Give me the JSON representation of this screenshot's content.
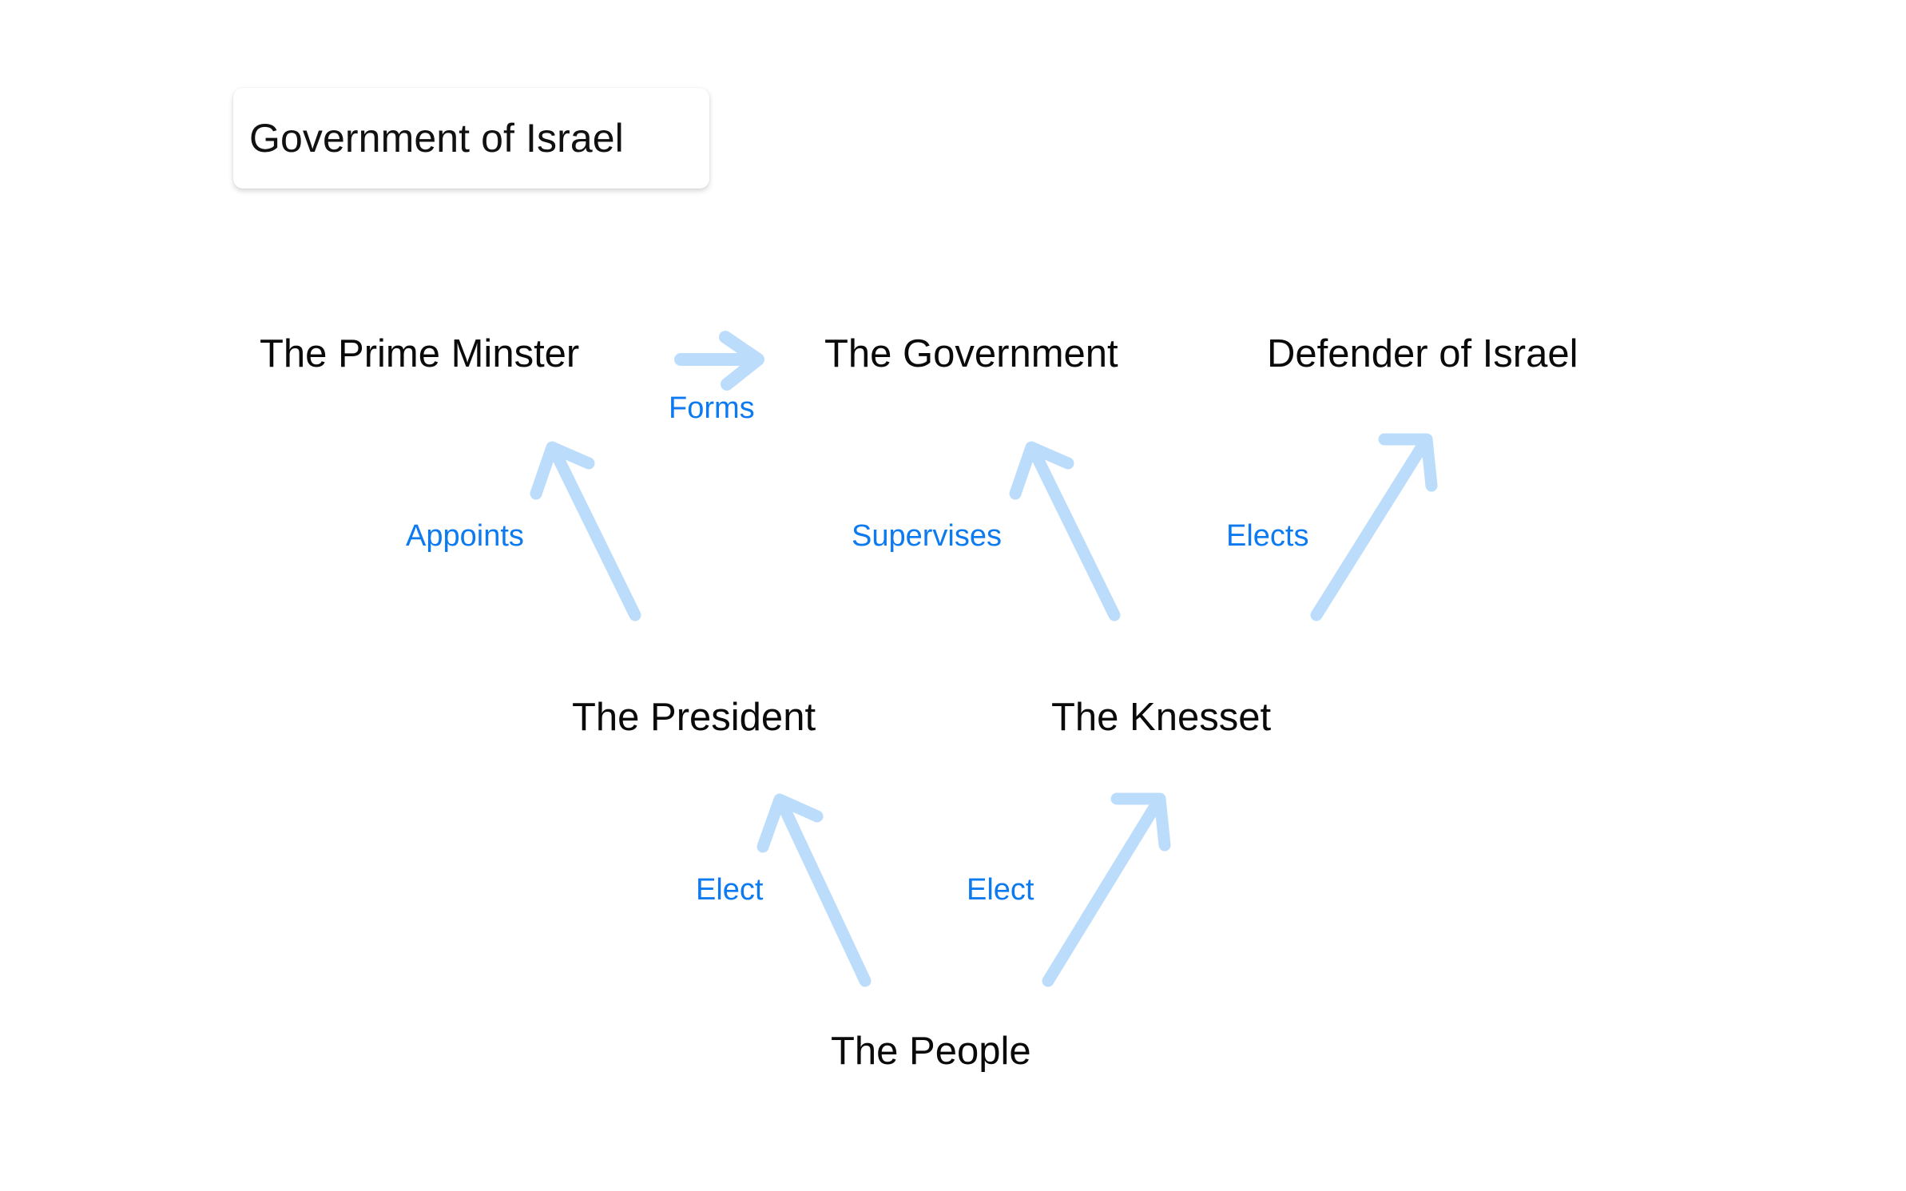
{
  "title_card": {
    "label": "Government of Israel"
  },
  "diagram": {
    "type": "flow-diagram",
    "background_color": "#ffffff",
    "node_text_color": "#0a0a0a",
    "edge_label_color": "#0d7af0",
    "arrow_color": "#bcdcfb",
    "nodes": [
      {
        "id": "prime-minister",
        "label": "The Prime Minster"
      },
      {
        "id": "government",
        "label": "The Government"
      },
      {
        "id": "defender-of-israel",
        "label": "Defender of Israel"
      },
      {
        "id": "president",
        "label": "The President"
      },
      {
        "id": "knesset",
        "label": "The Knesset"
      },
      {
        "id": "people",
        "label": "The People"
      }
    ],
    "edges": [
      {
        "id": "forms",
        "label": "Forms",
        "from": "prime-minister",
        "to": "government",
        "direction": "right"
      },
      {
        "id": "appoints",
        "label": "Appoints",
        "from": "president",
        "to": "prime-minister",
        "direction": "up-left"
      },
      {
        "id": "supervises",
        "label": "Supervises",
        "from": "knesset",
        "to": "government",
        "direction": "up-left"
      },
      {
        "id": "elects",
        "label": "Elects",
        "from": "knesset",
        "to": "defender-of-israel",
        "direction": "up-right"
      },
      {
        "id": "elect-president",
        "label": "Elect",
        "from": "people",
        "to": "president",
        "direction": "up-left"
      },
      {
        "id": "elect-knesset",
        "label": "Elect",
        "from": "people",
        "to": "knesset",
        "direction": "up-right"
      }
    ]
  }
}
